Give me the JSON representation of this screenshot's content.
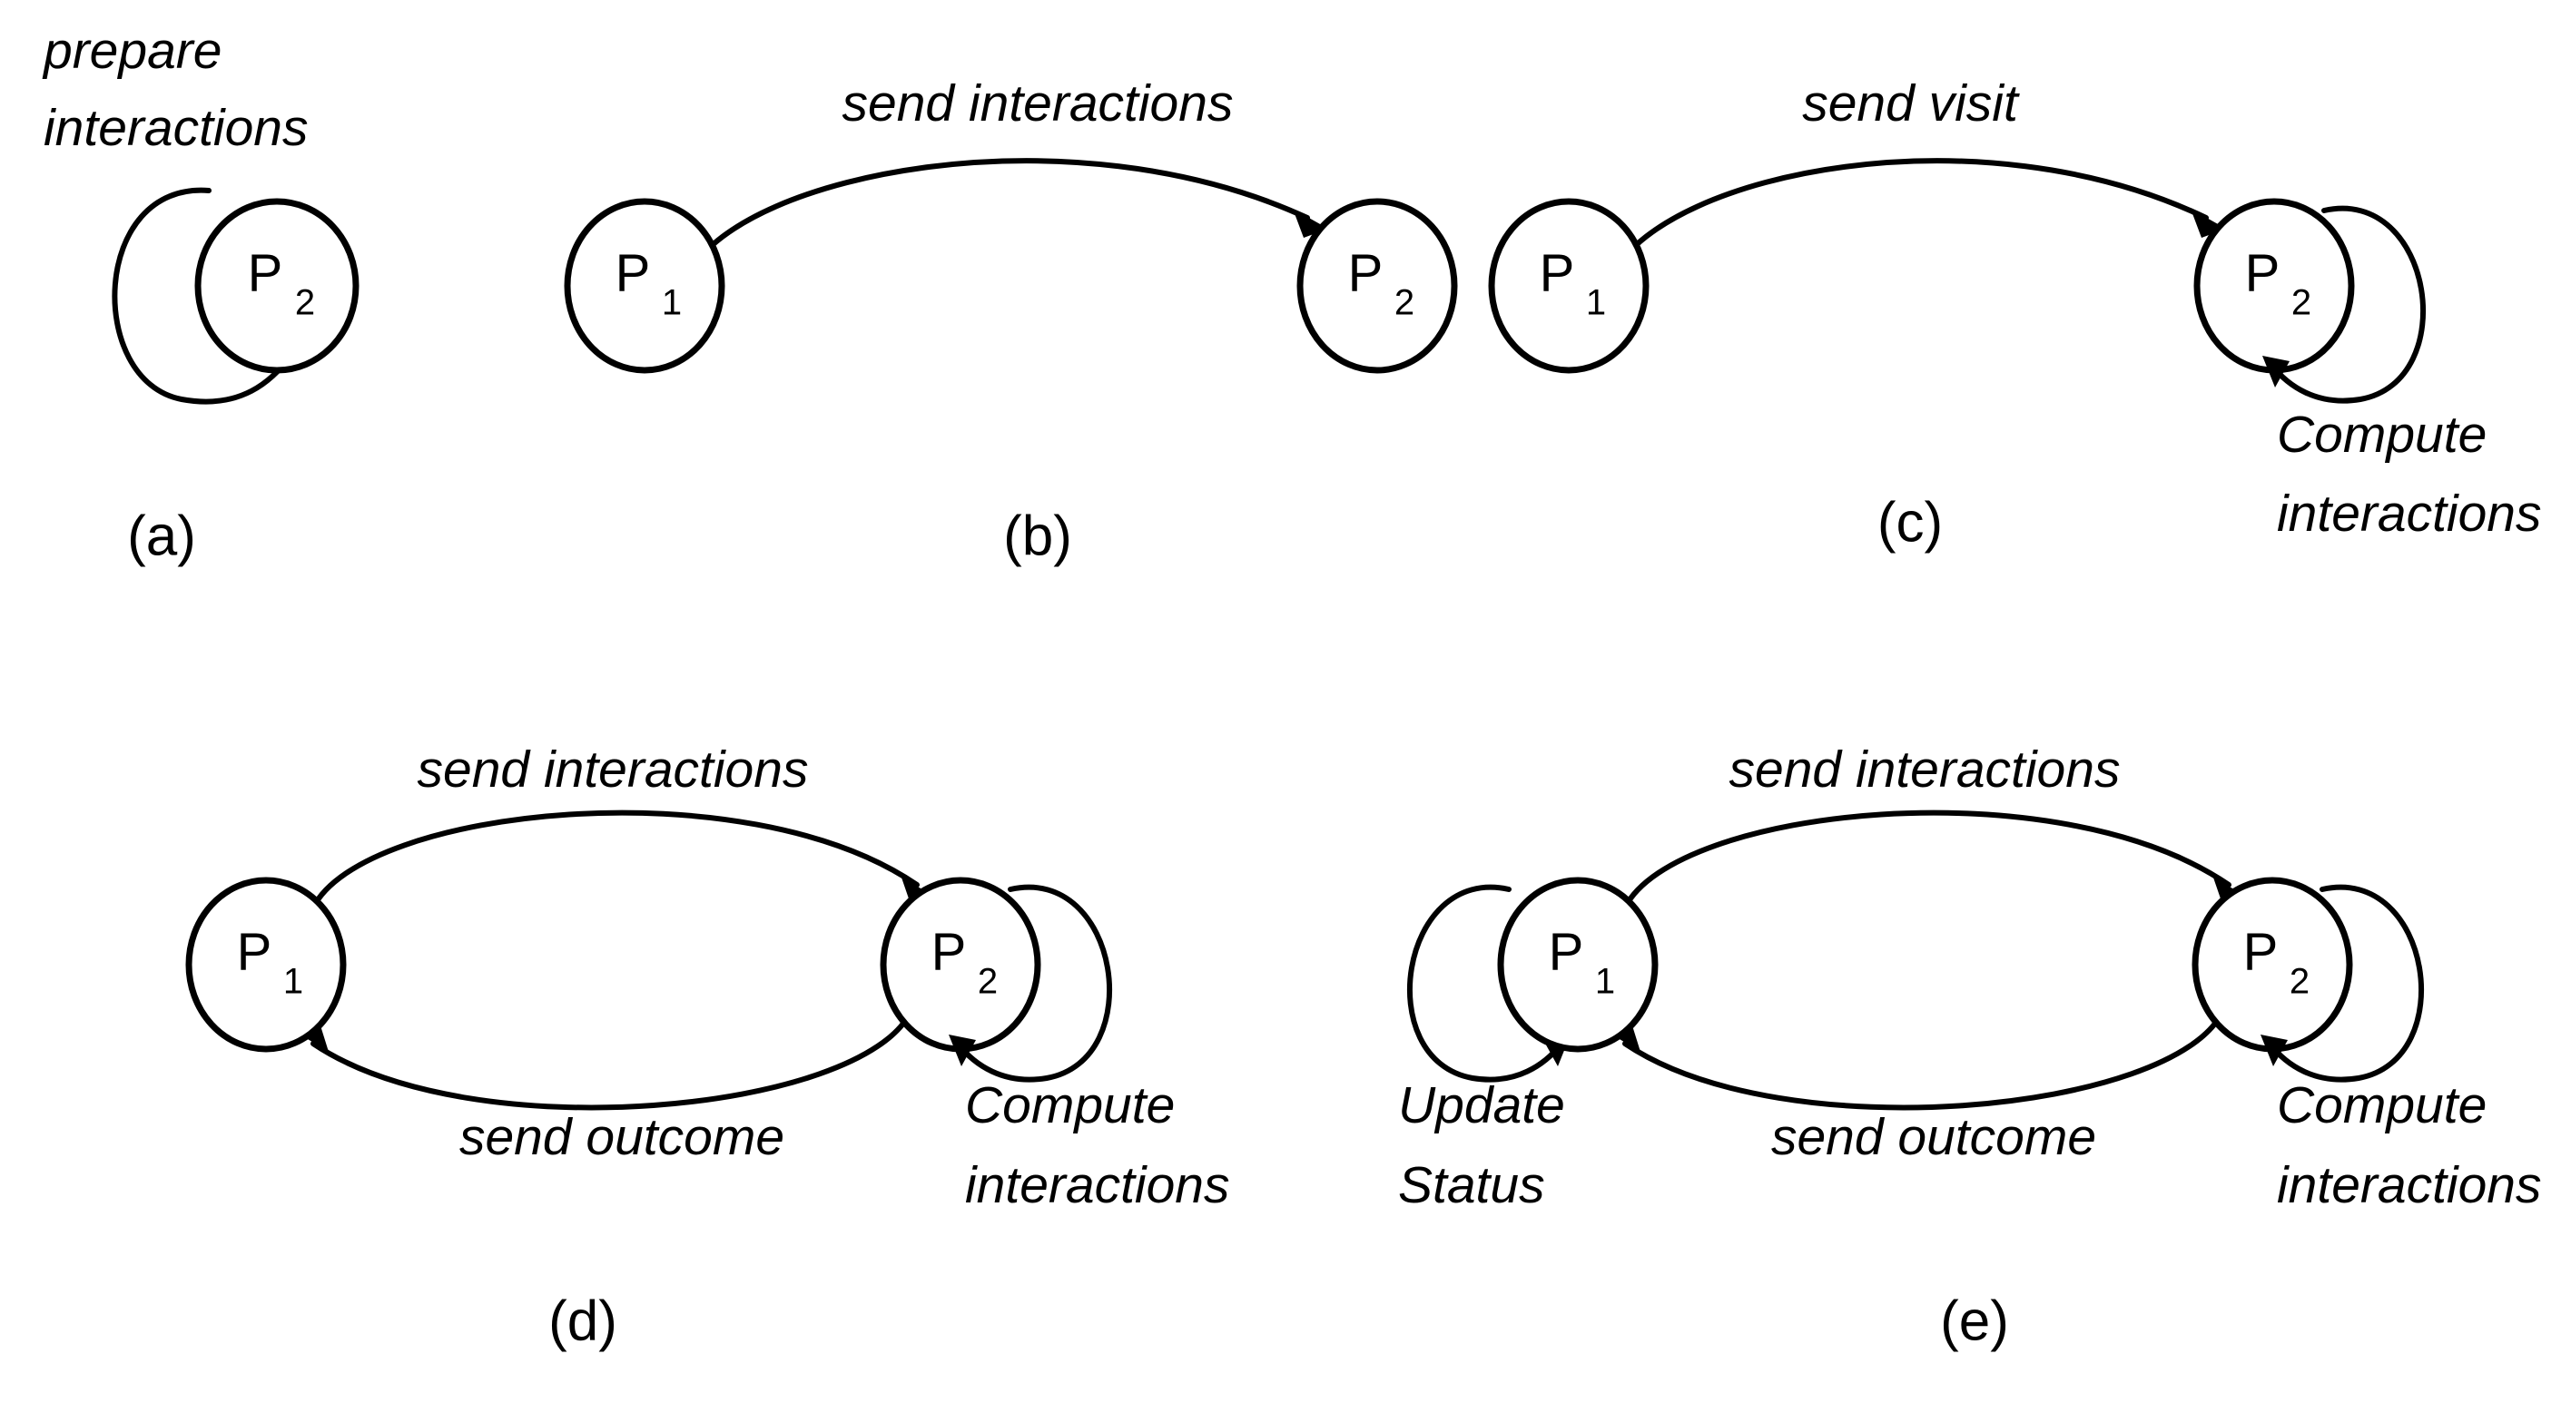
{
  "figure": {
    "background_color": "#ffffff",
    "stroke_color": "#000000",
    "panel_count": 5
  },
  "nodes": {
    "p1": {
      "label": "P",
      "sub": "1"
    },
    "p2": {
      "label": "P",
      "sub": "2"
    }
  },
  "panels": [
    {
      "id": "a",
      "caption": "(a)",
      "nodes": [
        "P2"
      ],
      "self_loops": [
        {
          "on": "P2",
          "side": "left",
          "label": "prepare\ninteractions",
          "label_line1": "prepare",
          "label_line2": "interactions"
        }
      ],
      "edges": []
    },
    {
      "id": "b",
      "caption": "(b)",
      "nodes": [
        "P1",
        "P2"
      ],
      "self_loops": [],
      "edges": [
        {
          "from": "P1",
          "to": "P2",
          "label": "send interactions",
          "position": "top"
        }
      ]
    },
    {
      "id": "c",
      "caption": "(c)",
      "nodes": [
        "P1",
        "P2"
      ],
      "self_loops": [
        {
          "on": "P2",
          "side": "right",
          "label_line1": "Compute",
          "label_line2": "interactions"
        }
      ],
      "edges": [
        {
          "from": "P1",
          "to": "P2",
          "label": "send visit",
          "position": "top"
        }
      ]
    },
    {
      "id": "d",
      "caption": "(d)",
      "nodes": [
        "P1",
        "P2"
      ],
      "self_loops": [
        {
          "on": "P2",
          "side": "right",
          "label_line1": "Compute",
          "label_line2": "interactions"
        }
      ],
      "edges": [
        {
          "from": "P1",
          "to": "P2",
          "label": "send interactions",
          "position": "top"
        },
        {
          "from": "P2",
          "to": "P1",
          "label": "send outcome",
          "position": "bottom"
        }
      ]
    },
    {
      "id": "e",
      "caption": "(e)",
      "nodes": [
        "P1",
        "P2"
      ],
      "self_loops": [
        {
          "on": "P1",
          "side": "left",
          "label_line1": "Update",
          "label_line2": "Status"
        },
        {
          "on": "P2",
          "side": "right",
          "label_line1": "Compute",
          "label_line2": "interactions"
        }
      ],
      "edges": [
        {
          "from": "P1",
          "to": "P2",
          "label": "send interactions",
          "position": "top"
        },
        {
          "from": "P2",
          "to": "P1",
          "label": "send outcome",
          "position": "bottom"
        }
      ]
    }
  ],
  "labels": {
    "prepare": "prepare",
    "interactions": "interactions",
    "send_interactions": "send interactions",
    "send_visit": "send visit",
    "send_outcome": "send outcome",
    "compute": "Compute",
    "update": "Update",
    "status": "Status",
    "caption_a": "(a)",
    "caption_b": "(b)",
    "caption_c": "(c)",
    "caption_d": "(d)",
    "caption_e": "(e)"
  }
}
